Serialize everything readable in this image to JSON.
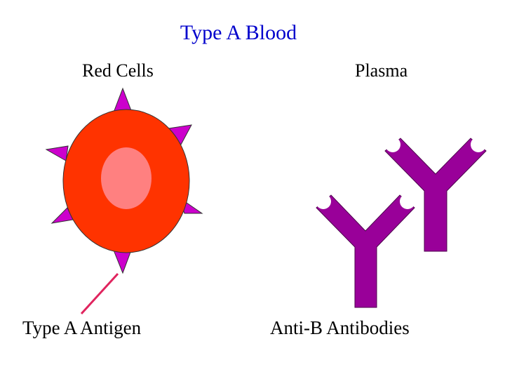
{
  "title": "Type A Blood",
  "columns": {
    "left_heading": "Red Cells",
    "right_heading": "Plasma"
  },
  "labels": {
    "antigen": "Type A Antigen",
    "antibodies": "Anti-B Antibodies"
  },
  "colors": {
    "title": "#0000cc",
    "cell_body": "#ff3300",
    "cell_nucleus": "#ff8080",
    "antigen": "#cc00cc",
    "pointer_line": "#e0245e",
    "antibody": "#990099"
  },
  "icons": [
    "red-blood-cell",
    "antigen-spike",
    "antibody-y-shape"
  ]
}
